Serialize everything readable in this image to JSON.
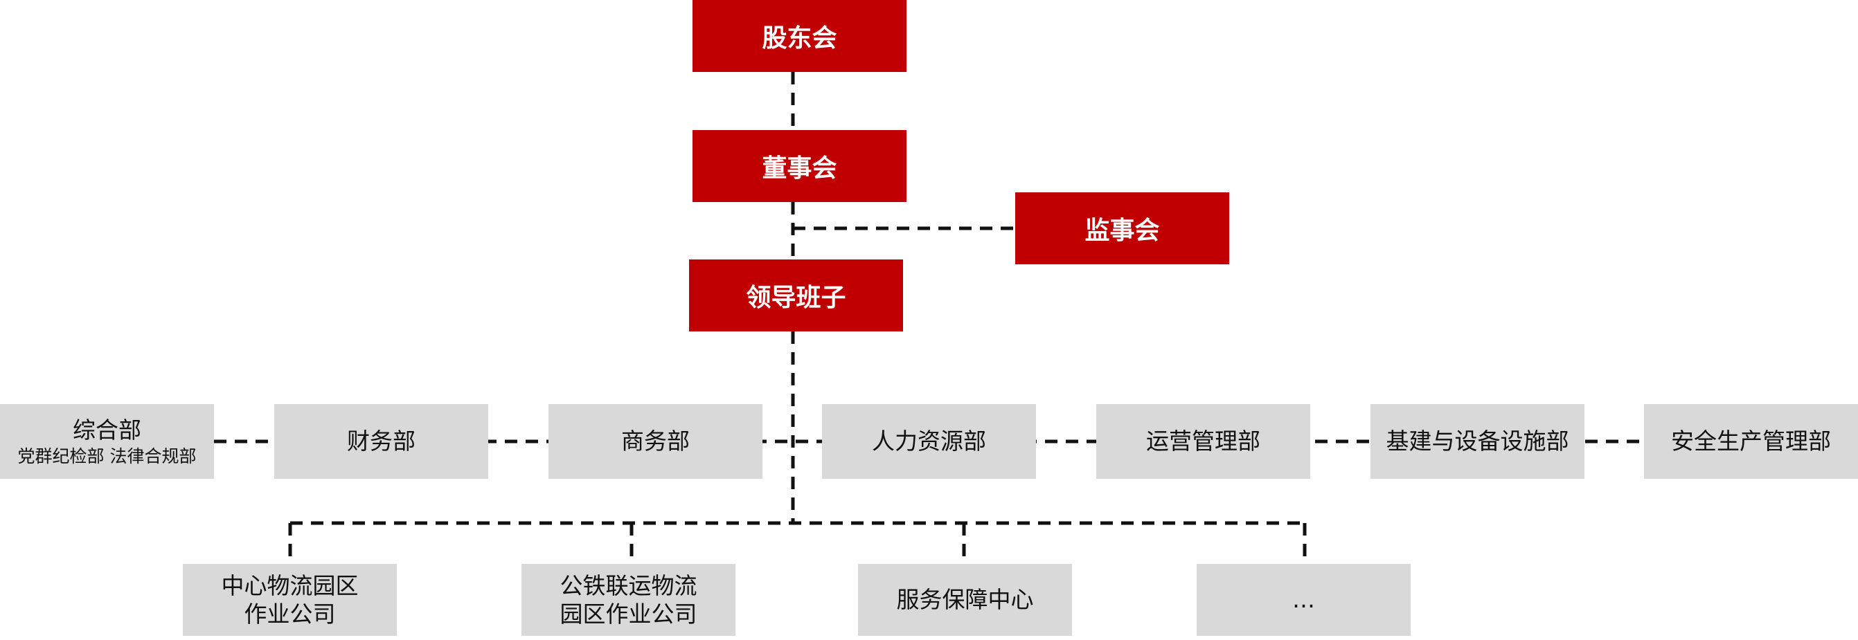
{
  "top": {
    "shareholders": "股东会",
    "board": "董事会",
    "supervisors": "监事会",
    "leadership": "领导班子"
  },
  "departments": [
    {
      "label": "综合部",
      "sub": "党群纪检部 法律合规部"
    },
    {
      "label": "财务部",
      "sub": ""
    },
    {
      "label": "商务部",
      "sub": ""
    },
    {
      "label": "人力资源部",
      "sub": ""
    },
    {
      "label": "运营管理部",
      "sub": ""
    },
    {
      "label": "基建与设备设施部",
      "sub": ""
    },
    {
      "label": "安全生产管理部",
      "sub": ""
    }
  ],
  "subsidiaries": [
    {
      "line1": "中心物流园区",
      "line2": "作业公司"
    },
    {
      "line1": "公铁联运物流",
      "line2": "园区作业公司"
    },
    {
      "line1": "服务保障中心",
      "line2": ""
    },
    {
      "line1": "…",
      "line2": ""
    }
  ],
  "colors": {
    "red_box": "#c00000",
    "grey_box": "#d9d9d9",
    "connector": "#111111"
  }
}
